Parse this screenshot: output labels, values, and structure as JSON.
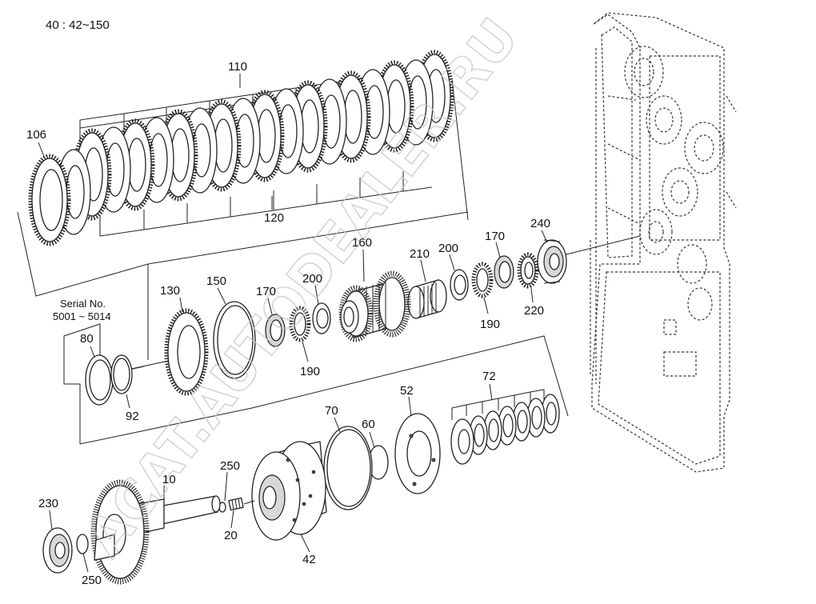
{
  "header": {
    "text": "40 : 42~150"
  },
  "serial_note": {
    "line1": "Serial No.",
    "line2": "5001 ~ 5014"
  },
  "watermark": {
    "text": "ACAT.AUTODEALER.RU"
  },
  "callouts": {
    "p110": "110",
    "p106": "106",
    "p120": "120",
    "p160": "160",
    "p210": "210",
    "p200a": "200",
    "p170a": "170",
    "p240": "240",
    "p220": "220",
    "p190a": "190",
    "p130": "130",
    "p150": "150",
    "p170b": "170",
    "p200b": "200",
    "p190b": "190",
    "p80": "80",
    "p92": "92",
    "p52": "52",
    "p72": "72",
    "p70": "70",
    "p60": "60",
    "p10": "10",
    "p250a": "250",
    "p230": "230",
    "p20": "20",
    "p42": "42",
    "p250b": "250"
  }
}
